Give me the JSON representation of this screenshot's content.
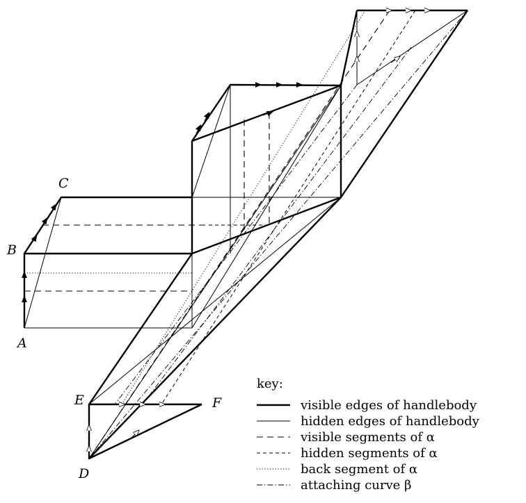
{
  "points": {
    "A": "A",
    "B": "B",
    "C": "C",
    "D": "D",
    "E": "E",
    "F": "F"
  },
  "key": {
    "title": "key:",
    "items": [
      {
        "style": "thick",
        "text": "visible edges of handlebody"
      },
      {
        "style": "thin",
        "text": "hidden edges of handlebody"
      },
      {
        "style": "dashed-big",
        "text": "visible segments of α"
      },
      {
        "style": "dashed-small",
        "text": "hidden segments of α"
      },
      {
        "style": "dotted",
        "text": "back segment of α"
      },
      {
        "style": "dashdot",
        "text": "attaching curve β"
      }
    ]
  }
}
